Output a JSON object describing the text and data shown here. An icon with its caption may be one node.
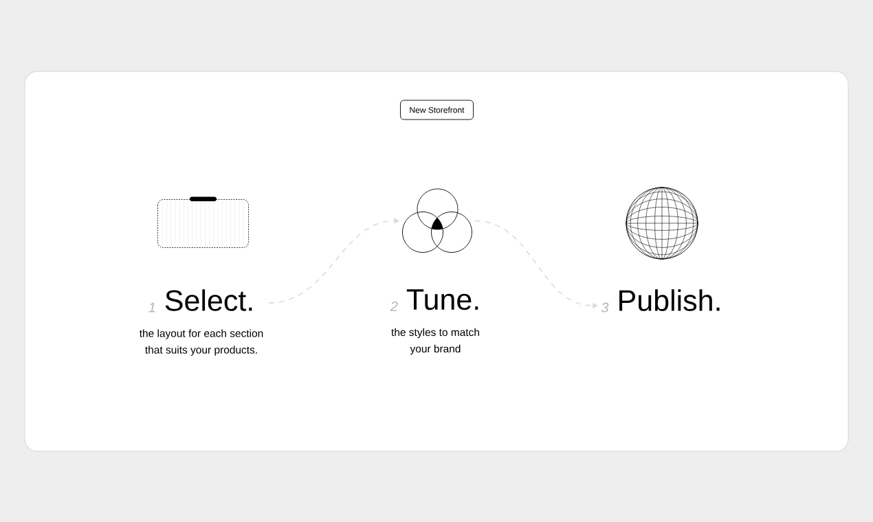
{
  "diagram": {
    "nodes": [
      {
        "text": [
          "New Storefront"
        ]
      },
      {
        "text": [],
        "shape": "picture"
      },
      {
        "text": [
          "1",
          "Select.",
          "the layout for each section that suits your products."
        ]
      },
      {
        "text": [],
        "shape": "picture"
      },
      {
        "text": [
          "2",
          "Tune.",
          "the styles to match your brand"
        ]
      },
      {
        "text": [],
        "shape": "picture"
      },
      {
        "text": [
          "3",
          "Publish."
        ]
      }
    ],
    "edges": [
      {
        "from": 2,
        "to": 3,
        "arrow": "to",
        "style": "dashed",
        "color": "#dcdcdc"
      },
      {
        "from": 3,
        "to": 6,
        "arrow": "to",
        "style": "dashed",
        "color": "#dcdcdc"
      }
    ]
  }
}
